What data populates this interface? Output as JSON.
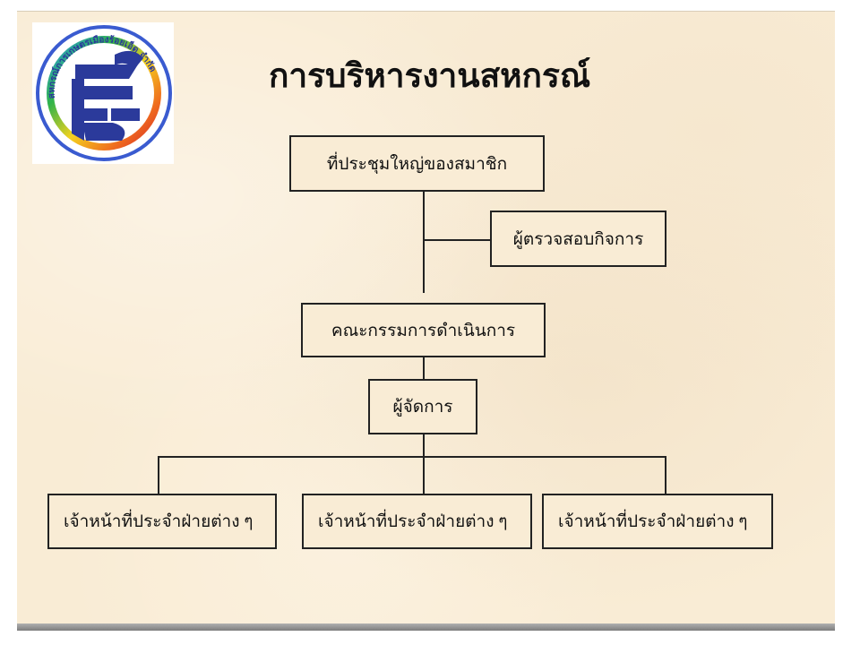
{
  "title": "การบริหารงานสหกรณ์",
  "logo": {
    "icon": "cooperative-logo",
    "ring_text": "สหกรณ์การเกษตรเมืองร้อยเอ็ด จำกัด",
    "colors": {
      "blue": "#2b3a9b",
      "ring": "#3a5bd0"
    }
  },
  "org_chart": {
    "general_meeting": "ที่ประชุมใหญ่ของสมาชิก",
    "auditor": "ผู้ตรวจสอบกิจการ",
    "board": "คณะกรรมการดำเนินการ",
    "manager": "ผู้จัดการ",
    "staff": [
      "เจ้าหน้าที่ประจำฝ่ายต่าง ๆ",
      "เจ้าหน้าที่ประจำฝ่ายต่าง ๆ",
      "เจ้าหน้าที่ประจำฝ่ายต่าง ๆ"
    ]
  }
}
